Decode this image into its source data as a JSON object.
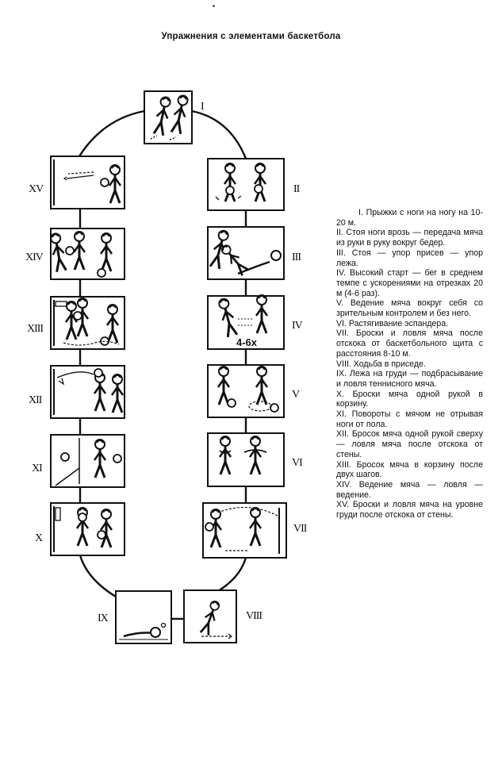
{
  "title": "Упражнения с элементами баскетбола",
  "stations": [
    {
      "numeral": "I"
    },
    {
      "numeral": "II"
    },
    {
      "numeral": "III"
    },
    {
      "numeral": "IV",
      "sign": "4-6x"
    },
    {
      "numeral": "V"
    },
    {
      "numeral": "VI"
    },
    {
      "numeral": "VII"
    },
    {
      "numeral": "VIII"
    },
    {
      "numeral": "IX"
    },
    {
      "numeral": "X"
    },
    {
      "numeral": "XI"
    },
    {
      "numeral": "XII"
    },
    {
      "numeral": "XIII"
    },
    {
      "numeral": "XIV"
    },
    {
      "numeral": "XV"
    }
  ],
  "legend": [
    "I. Прыжки с ноги на ногу на 10-20 м.",
    "II. Стоя ноги врозь — передача мяча из руки в руку вокруг бедер.",
    "III. Стоя — упор присев — упор лежа.",
    "IV. Высокий старт — бег в среднем темпе с ускорениями на отрезках 20 м (4-6 раз).",
    "V. Ведение мяча вокруг себя со зрительным контролем и без него.",
    "VI. Растягивание эспандера.",
    "VII. Броски и ловля мяча после отскока от баскетбольного щита с расстояния 8-10 м.",
    "VIII. Ходьба в приседе.",
    "IX. Лежа на груди — подбрасывание и ловля теннисного мяча.",
    "X. Броски мяча одной рукой в корзину.",
    "XI. Повороты с мячом не отрывая ноги от пола.",
    "XII. Бросок мяча одной рукой сверху — ловля мяча после отскока от стены.",
    "XIII. Бросок мяча в корзину после двух шагов.",
    "XIV. Ведение мяча — ловля — ведение.",
    "XV. Броски и ловля мяча на уровне груди после отскока от стены."
  ]
}
